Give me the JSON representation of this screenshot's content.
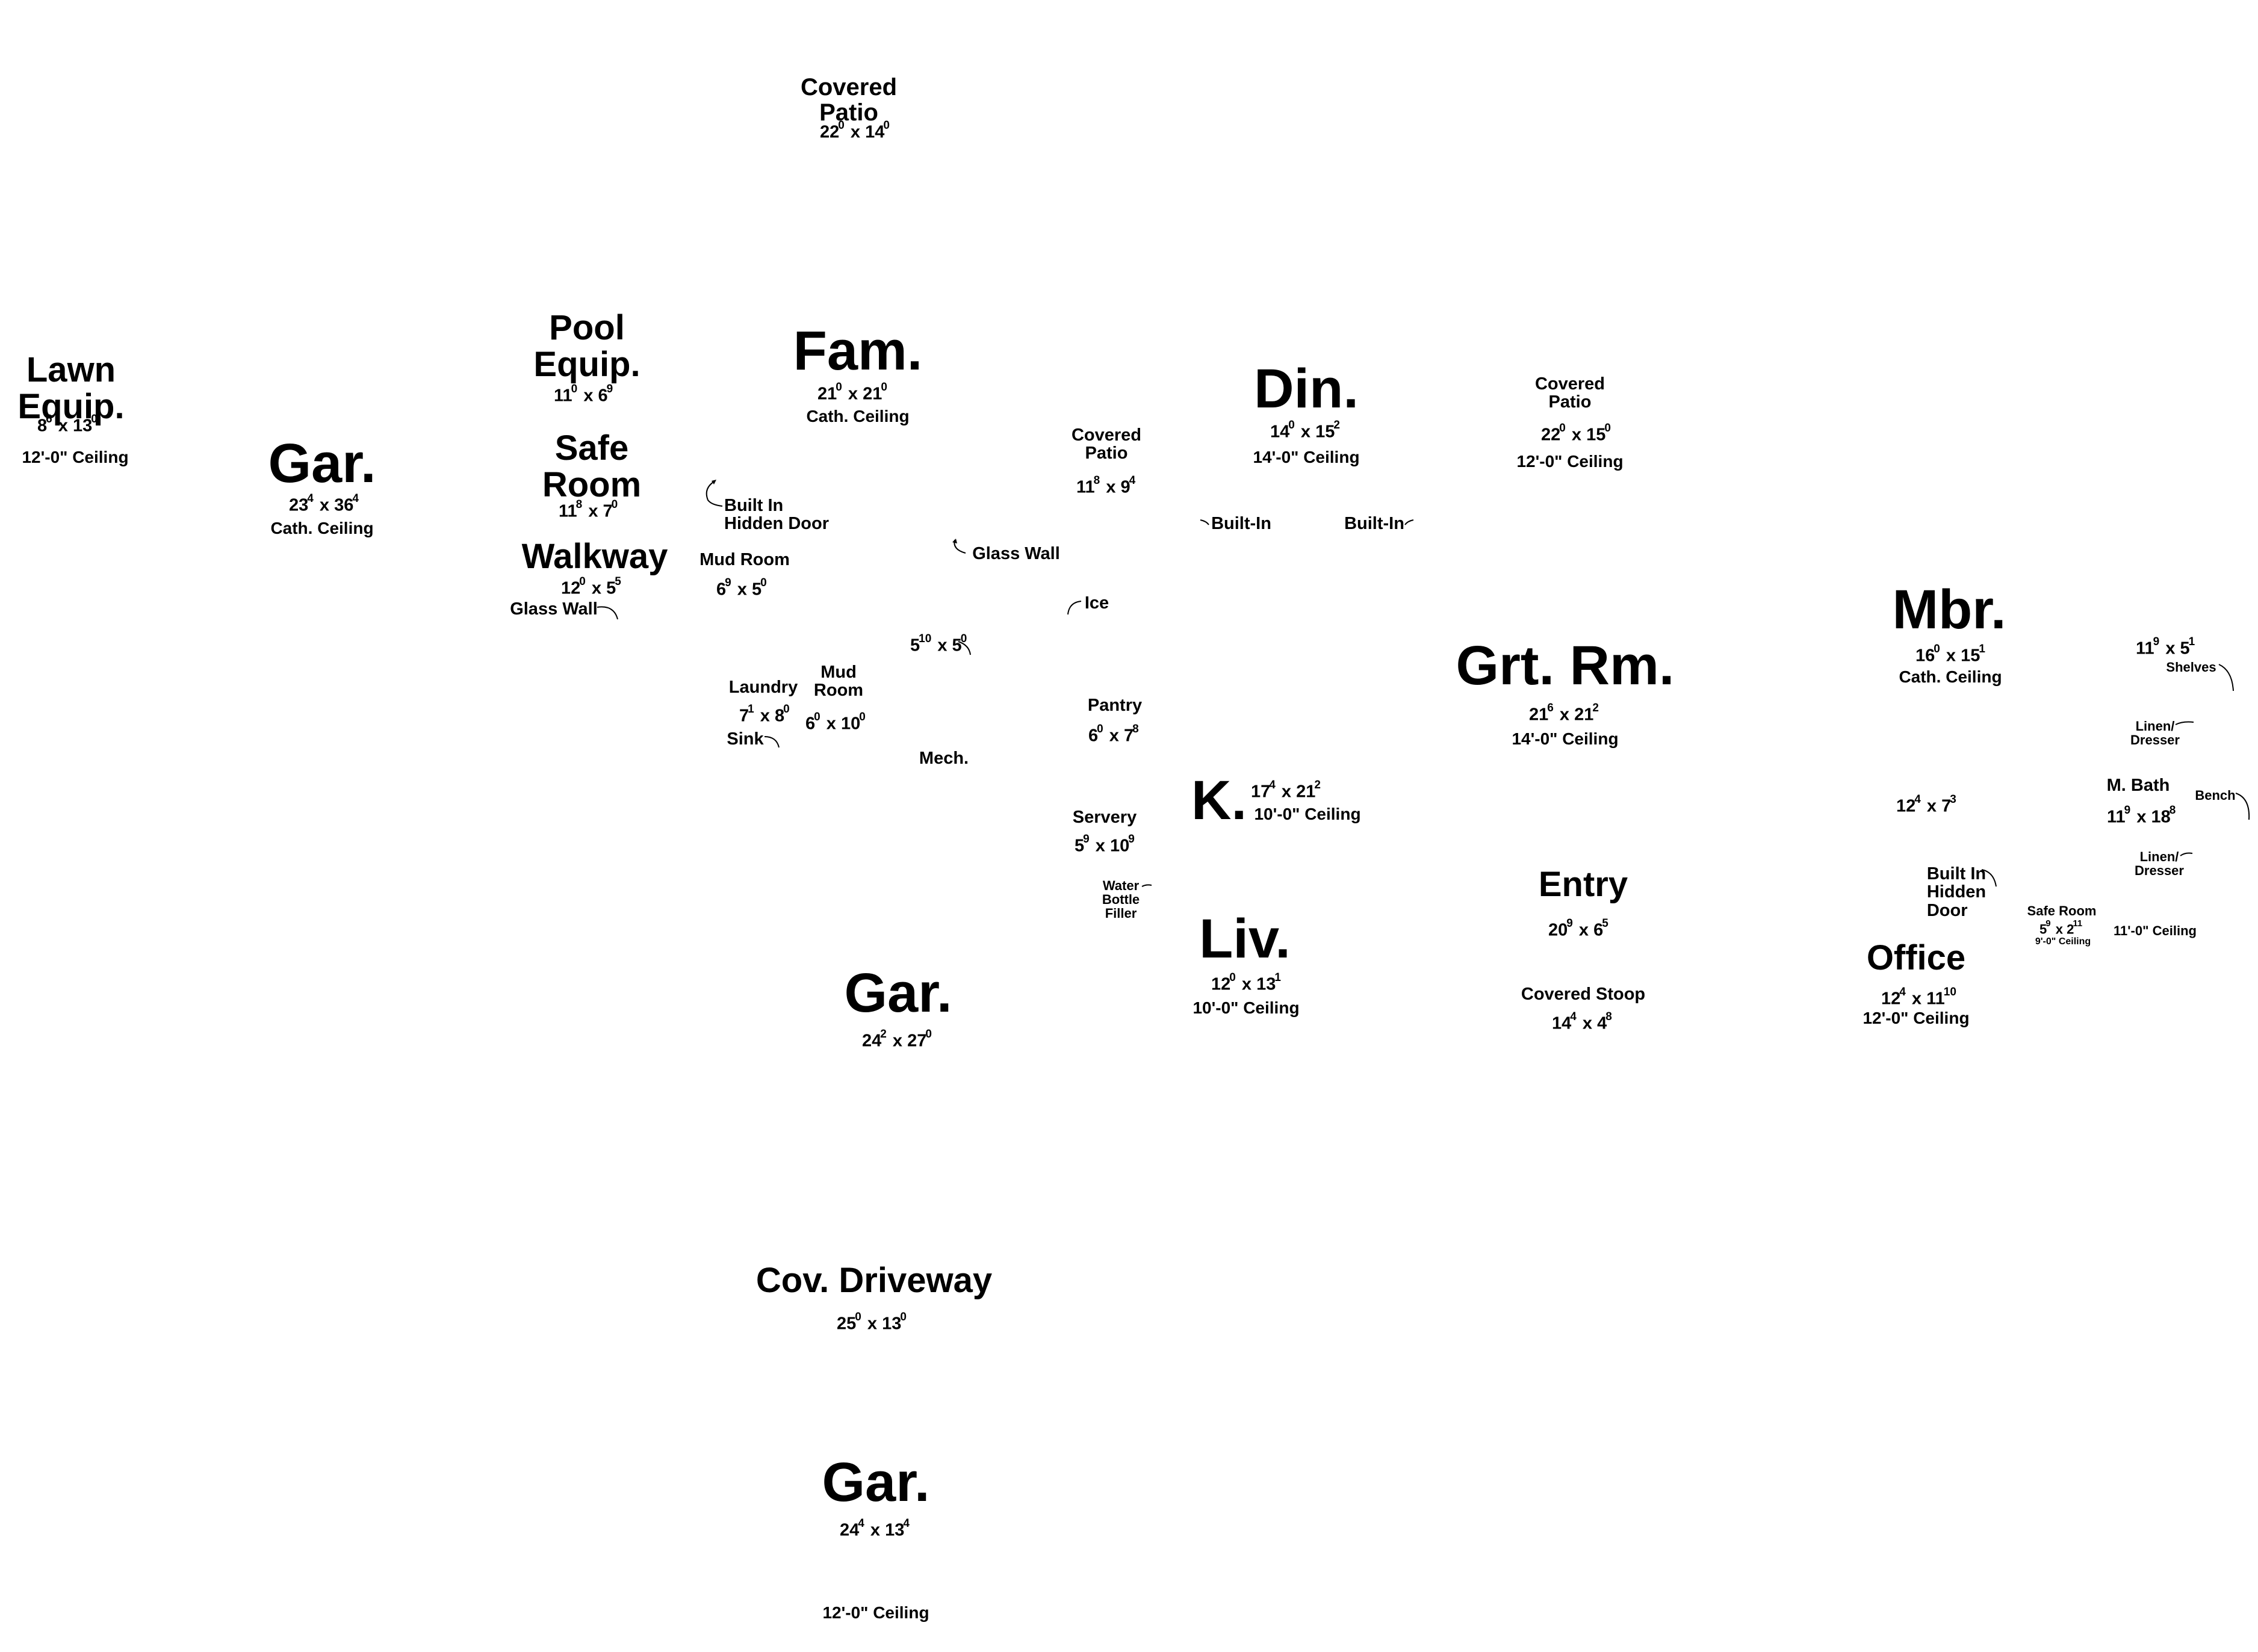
{
  "rooms": {
    "covered_patio_top": {
      "name": "Covered\nPatio",
      "dim_a": "22",
      "dim_a_sup": "0",
      "dim_b": "14",
      "dim_b_sup": "0"
    },
    "lawn_equip": {
      "name": "Lawn\nEquip.",
      "dim_a": "8",
      "dim_a_sup": "6",
      "dim_b": "13",
      "dim_b_sup": "0",
      "ceiling": "12'-0\" Ceiling"
    },
    "gar_left": {
      "name": "Gar.",
      "dim_a": "23",
      "dim_a_sup": "4",
      "dim_b": "36",
      "dim_b_sup": "4",
      "ceiling": "Cath. Ceiling"
    },
    "pool_equip": {
      "name": "Pool\nEquip.",
      "dim_a": "11",
      "dim_a_sup": "0",
      "dim_b": "6",
      "dim_b_sup": "9"
    },
    "safe_room": {
      "name": "Safe\nRoom",
      "dim_a": "11",
      "dim_a_sup": "8",
      "dim_b": "7",
      "dim_b_sup": "0"
    },
    "walkway": {
      "name": "Walkway",
      "dim_a": "12",
      "dim_a_sup": "0",
      "dim_b": "5",
      "dim_b_sup": "5"
    },
    "fam": {
      "name": "Fam.",
      "dim_a": "21",
      "dim_a_sup": "0",
      "dim_b": "21",
      "dim_b_sup": "0",
      "ceiling": "Cath. Ceiling"
    },
    "mud_room_1": {
      "name": "Mud Room",
      "dim_a": "6",
      "dim_a_sup": "9",
      "dim_b": "5",
      "dim_b_sup": "0"
    },
    "closet": {
      "dim_a": "5",
      "dim_a_sup": "10",
      "dim_b": "5",
      "dim_b_sup": "0"
    },
    "laundry": {
      "name": "Laundry",
      "dim_a": "7",
      "dim_a_sup": "1",
      "dim_b": "8",
      "dim_b_sup": "0"
    },
    "mud_room_2": {
      "name": "Mud\nRoom",
      "dim_a": "6",
      "dim_a_sup": "0",
      "dim_b": "10",
      "dim_b_sup": "0"
    },
    "mech": {
      "name": "Mech."
    },
    "covered_patio_mid": {
      "name": "Covered\nPatio",
      "dim_a": "11",
      "dim_a_sup": "8",
      "dim_b": "9",
      "dim_b_sup": "4"
    },
    "din": {
      "name": "Din.",
      "dim_a": "14",
      "dim_a_sup": "0",
      "dim_b": "15",
      "dim_b_sup": "2",
      "ceiling": "14'-0\" Ceiling"
    },
    "covered_patio_right": {
      "name": "Covered\nPatio",
      "dim_a": "22",
      "dim_a_sup": "0",
      "dim_b": "15",
      "dim_b_sup": "0",
      "ceiling": "12'-0\" Ceiling"
    },
    "pantry": {
      "name": "Pantry",
      "dim_a": "6",
      "dim_a_sup": "0",
      "dim_b": "7",
      "dim_b_sup": "8"
    },
    "servery": {
      "name": "Servery",
      "dim_a": "5",
      "dim_a_sup": "9",
      "dim_b": "10",
      "dim_b_sup": "9"
    },
    "kitchen": {
      "name": "K.",
      "dim_a": "17",
      "dim_a_sup": "4",
      "dim_b": "21",
      "dim_b_sup": "2",
      "ceiling": "10'-0\" Ceiling"
    },
    "grt_rm": {
      "name": "Grt. Rm.",
      "dim_a": "21",
      "dim_a_sup": "6",
      "dim_b": "21",
      "dim_b_sup": "2",
      "ceiling": "14'-0\" Ceiling"
    },
    "liv": {
      "name": "Liv.",
      "dim_a": "12",
      "dim_a_sup": "0",
      "dim_b": "13",
      "dim_b_sup": "1",
      "ceiling": "10'-0\" Ceiling"
    },
    "entry": {
      "name": "Entry",
      "dim_a": "20",
      "dim_a_sup": "9",
      "dim_b": "6",
      "dim_b_sup": "5"
    },
    "covered_stoop": {
      "name": "Covered Stoop",
      "dim_a": "14",
      "dim_a_sup": "4",
      "dim_b": "4",
      "dim_b_sup": "8"
    },
    "gar_mid": {
      "name": "Gar.",
      "dim_a": "24",
      "dim_a_sup": "2",
      "dim_b": "27",
      "dim_b_sup": "0"
    },
    "cov_driveway": {
      "name": "Cov. Driveway",
      "dim_a": "25",
      "dim_a_sup": "0",
      "dim_b": "13",
      "dim_b_sup": "0"
    },
    "gar_bottom": {
      "name": "Gar.",
      "dim_a": "24",
      "dim_a_sup": "4",
      "dim_b": "13",
      "dim_b_sup": "4",
      "ceiling": "12'-0\" Ceiling"
    },
    "mbr": {
      "name": "Mbr.",
      "dim_a": "16",
      "dim_a_sup": "0",
      "dim_b": "15",
      "dim_b_sup": "1",
      "ceiling": "Cath. Ceiling"
    },
    "closet_mbr": {
      "dim_a": "11",
      "dim_a_sup": "9",
      "dim_b": "5",
      "dim_b_sup": "1"
    },
    "hall_mbr": {
      "dim_a": "12",
      "dim_a_sup": "4",
      "dim_b": "7",
      "dim_b_sup": "3"
    },
    "m_bath": {
      "name": "M. Bath",
      "dim_a": "11",
      "dim_a_sup": "9",
      "dim_b": "18",
      "dim_b_sup": "8",
      "ceiling": "11'-0\" Ceiling"
    },
    "safe_room_2": {
      "name": "Safe Room",
      "dim_a": "5",
      "dim_a_sup": "9",
      "dim_b": "2",
      "dim_b_sup": "11",
      "ceiling": "9'-0\" Ceiling"
    },
    "office": {
      "name": "Office",
      "dim_a": "12",
      "dim_a_sup": "4",
      "dim_b": "11",
      "dim_b_sup": "10",
      "ceiling": "12'-0\" Ceiling"
    }
  },
  "notes": {
    "built_in_hidden_door_left": "Built In\nHidden Door",
    "glass_wall_left": "Glass Wall",
    "glass_wall_mid": "Glass Wall",
    "sink": "Sink",
    "ice": "Ice",
    "built_in_left": "Built-In",
    "built_in_right": "Built-In",
    "water_bottle_filler": "Water\nBottle\nFiller",
    "shelves": "Shelves",
    "linen_dresser_1": "Linen/\nDresser",
    "linen_dresser_2": "Linen/\nDresser",
    "bench": "Bench",
    "built_in_hidden_door_right": "Built In\nHidden\nDoor"
  },
  "dim_separator": "x"
}
